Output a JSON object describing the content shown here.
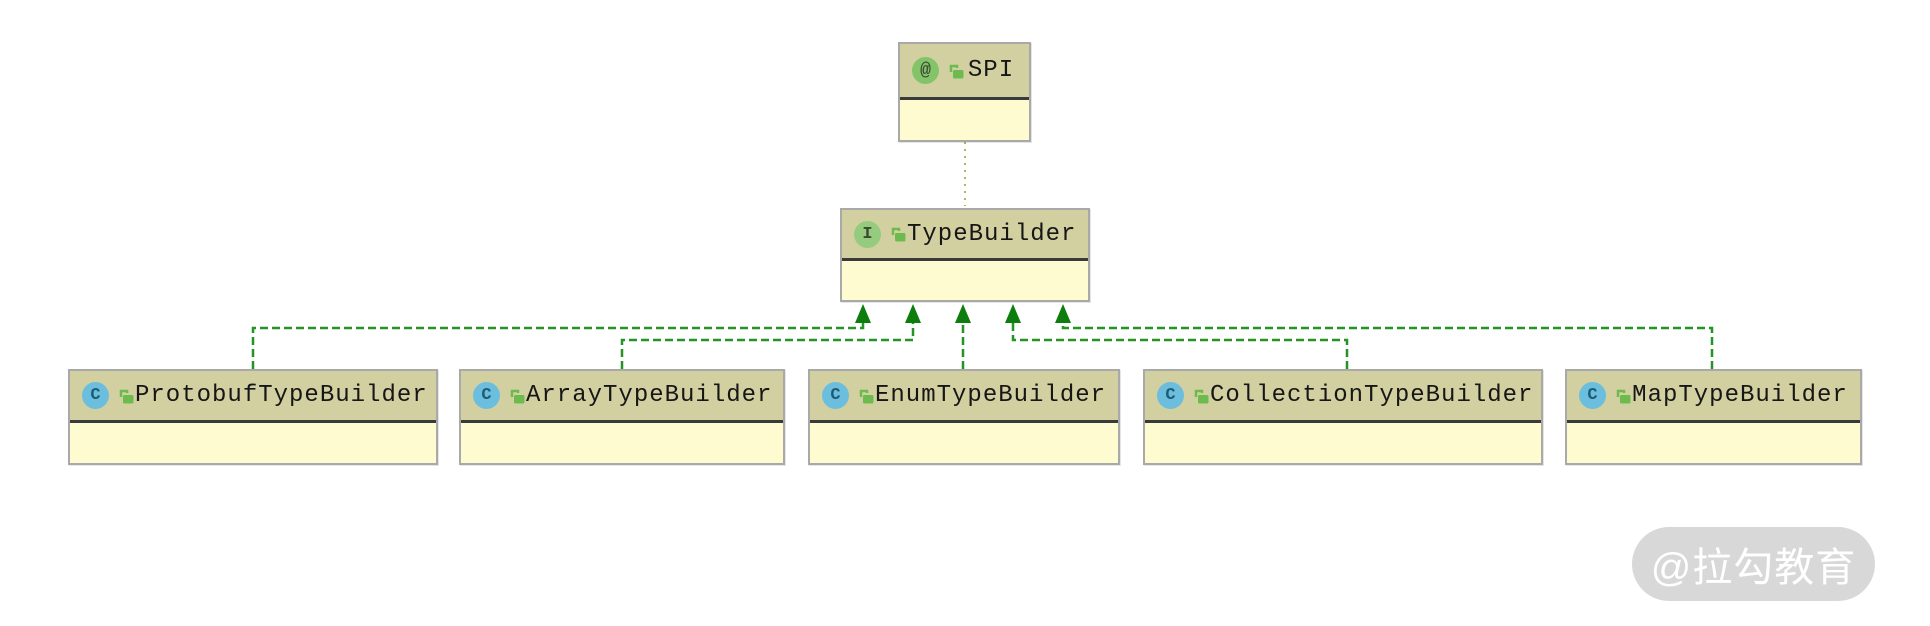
{
  "diagram": {
    "nodes": [
      {
        "id": "SPI",
        "label": "SPI",
        "stereotype": "annotation",
        "badge": "@",
        "visibility": "public"
      },
      {
        "id": "TypeBuilder",
        "label": "TypeBuilder",
        "stereotype": "interface",
        "badge": "I",
        "visibility": "public"
      },
      {
        "id": "ProtobufTypeBuilder",
        "label": "ProtobufTypeBuilder",
        "stereotype": "class",
        "badge": "C",
        "visibility": "public"
      },
      {
        "id": "ArrayTypeBuilder",
        "label": "ArrayTypeBuilder",
        "stereotype": "class",
        "badge": "C",
        "visibility": "public"
      },
      {
        "id": "EnumTypeBuilder",
        "label": "EnumTypeBuilder",
        "stereotype": "class",
        "badge": "C",
        "visibility": "public"
      },
      {
        "id": "CollectionTypeBuilder",
        "label": "CollectionTypeBuilder",
        "stereotype": "class",
        "badge": "C",
        "visibility": "public"
      },
      {
        "id": "MapTypeBuilder",
        "label": "MapTypeBuilder",
        "stereotype": "class",
        "badge": "C",
        "visibility": "public"
      }
    ],
    "edges": [
      {
        "from": "TypeBuilder",
        "to": "SPI",
        "relation": "annotated-with",
        "line": "dotted"
      },
      {
        "from": "ProtobufTypeBuilder",
        "to": "TypeBuilder",
        "relation": "implements",
        "line": "dashed"
      },
      {
        "from": "ArrayTypeBuilder",
        "to": "TypeBuilder",
        "relation": "implements",
        "line": "dashed"
      },
      {
        "from": "EnumTypeBuilder",
        "to": "TypeBuilder",
        "relation": "implements",
        "line": "dashed"
      },
      {
        "from": "CollectionTypeBuilder",
        "to": "TypeBuilder",
        "relation": "implements",
        "line": "dashed"
      },
      {
        "from": "MapTypeBuilder",
        "to": "TypeBuilder",
        "relation": "implements",
        "line": "dashed"
      }
    ],
    "colors": {
      "node_header": "#d2d0a0",
      "node_body": "#fdfbcf",
      "node_border": "#a9a9a9",
      "divider": "#3a3a3a",
      "implements_edge": "#259425",
      "arrowhead": "#0d7d0d",
      "annotation_edge": "#b5b169",
      "class_icon_bg": "#6bbedd",
      "interface_icon_bg": "#94cb7e",
      "annotation_icon_bg": "#83c468",
      "lock_icon": "#6dbb4f"
    }
  },
  "watermark": {
    "label": "@拉勾教育"
  }
}
